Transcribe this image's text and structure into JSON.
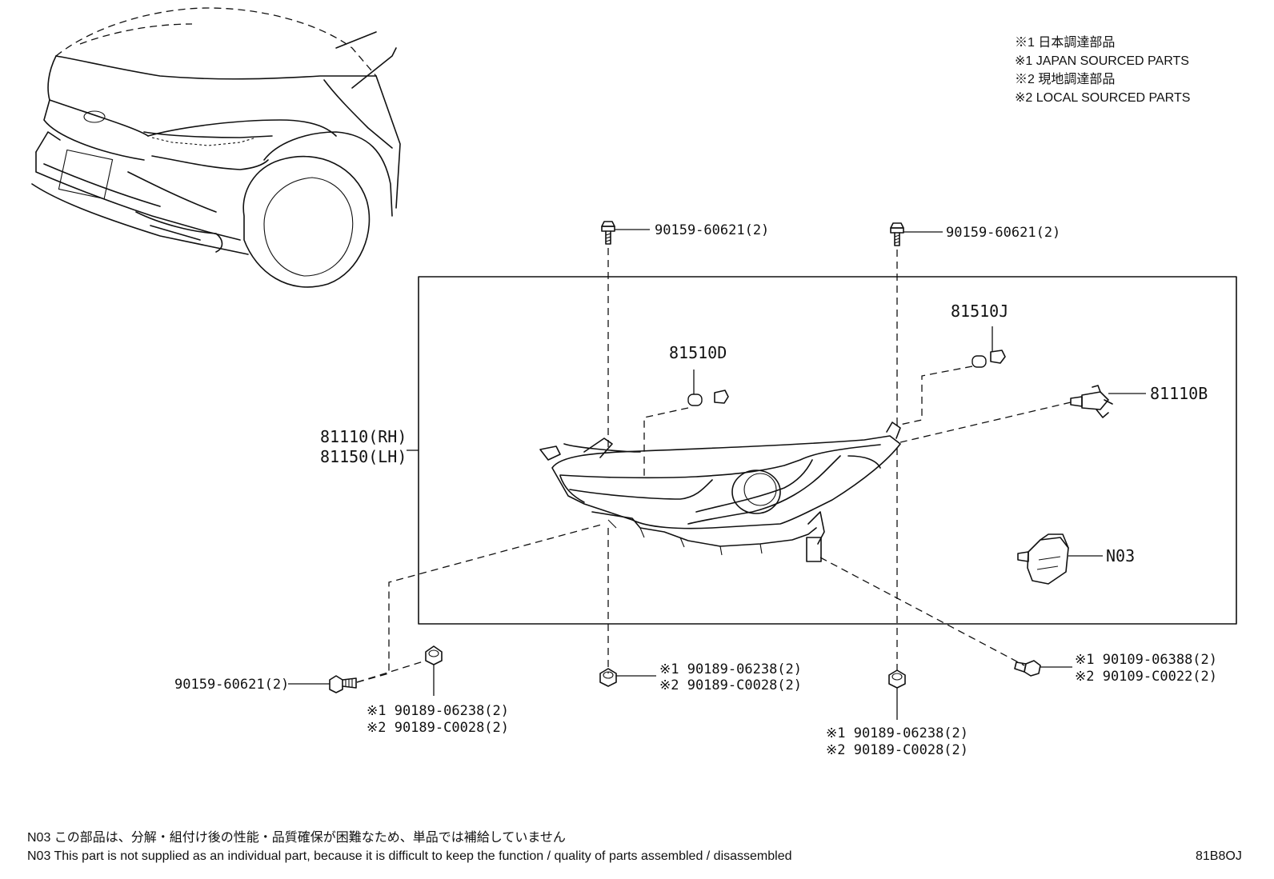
{
  "legend": {
    "line1": "※1 日本調達部品",
    "line2": "※1 JAPAN SOURCED PARTS",
    "line3": "※2 現地調達部品",
    "line4": "※2 LOCAL SOURCED PARTS"
  },
  "parts": {
    "bolt_top_left": "90159-60621(2)",
    "bolt_top_right": "90159-60621(2)",
    "bulb_left": "81510D",
    "bulb_right": "81510J",
    "headlamp_rh": "81110(RH)",
    "headlamp_lh": "81150(LH)",
    "socket_right": "81110B",
    "motor": "N03",
    "bolt_bottom_left": "90159-60621(2)",
    "nut_left_1": "※1 90189-06238(2)",
    "nut_left_2": "※2 90189-C0028(2)",
    "nut_mid_1": "※1 90189-06238(2)",
    "nut_mid_2": "※2 90189-C0028(2)",
    "nut_right_1": "※1 90189-06238(2)",
    "nut_right_2": "※2 90189-C0028(2)",
    "screw_right_1": "※1 90109-06388(2)",
    "screw_right_2": "※2 90109-C0022(2)"
  },
  "footer": {
    "note_jp": "N03 この部品は、分解・組付け後の性能・品質確保が困難なため、単品では補給していません",
    "note_en": "N03 This part is not supplied as an individual part, because it is difficult to keep the function / quality of parts assembled / disassembled",
    "diagram_code": "81B8OJ"
  }
}
